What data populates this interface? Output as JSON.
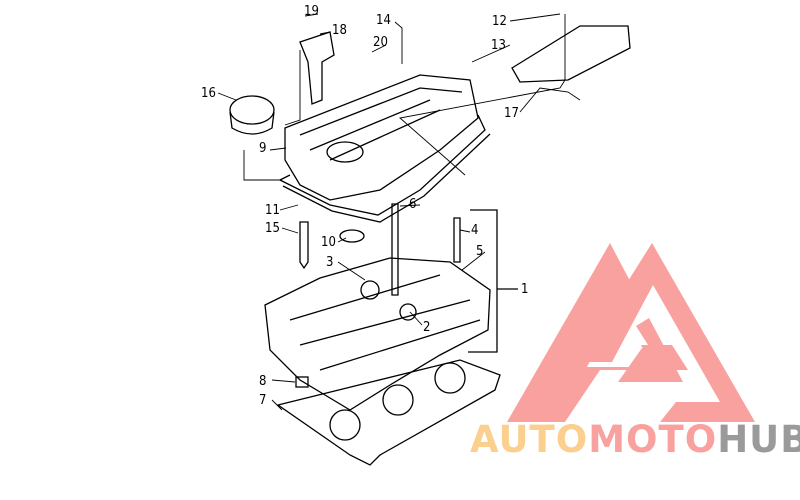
{
  "diagram": {
    "callouts": [
      "1",
      "2",
      "3",
      "4",
      "5",
      "6",
      "7",
      "8",
      "9",
      "10",
      "11",
      "12",
      "13",
      "14",
      "15",
      "16",
      "17",
      "18",
      "19",
      "20"
    ]
  },
  "watermark": {
    "part1": "AUTO",
    "part2": "MOTO",
    "part3": "HUB",
    "colors": {
      "auto": "#fbcf8e",
      "moto": "#f9a19f",
      "hub": "#9a9a9a",
      "logo": "#f9a19f"
    }
  }
}
